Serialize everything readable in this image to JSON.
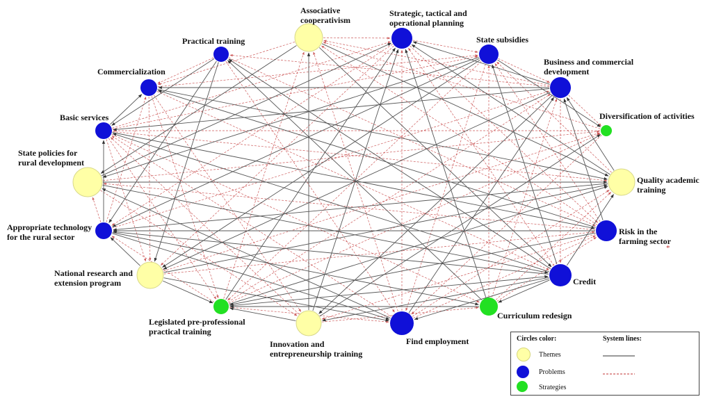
{
  "colors": {
    "theme": "#FFFFA6",
    "problem": "#1010D8",
    "strategy": "#22E022",
    "system_solid": "#555555",
    "system_dashed": "#C03030"
  },
  "nodes": [
    {
      "id": "associative",
      "label": "Associative\ncooperativism",
      "type": "theme"
    },
    {
      "id": "strategic",
      "label": "Strategic, tactical and\noperational planning",
      "type": "problem"
    },
    {
      "id": "subsidies",
      "label": "State subsidies",
      "type": "problem"
    },
    {
      "id": "business",
      "label": "Business and commercial\ndevelopment",
      "type": "problem"
    },
    {
      "id": "diversification",
      "label": "Diversification of activities",
      "type": "strategy"
    },
    {
      "id": "quality",
      "label": "Quality academic\ntraining",
      "type": "theme"
    },
    {
      "id": "risk",
      "label": "Risk in the\nfarming sector",
      "type": "problem"
    },
    {
      "id": "credit",
      "label": "Credit",
      "type": "problem"
    },
    {
      "id": "curriculum",
      "label": "Curriculum redesign",
      "type": "strategy"
    },
    {
      "id": "employment",
      "label": "Find employment",
      "type": "problem"
    },
    {
      "id": "innovation",
      "label": "Innovation and\nentrepreneurship training",
      "type": "theme"
    },
    {
      "id": "legislated",
      "label": "Legislated pre-professional\npractical training",
      "type": "strategy"
    },
    {
      "id": "research",
      "label": "National research and\nextension program",
      "type": "theme"
    },
    {
      "id": "technology",
      "label": "Appropriate technology\nfor the rural sector",
      "type": "problem"
    },
    {
      "id": "policies",
      "label": "State policies for\nrural development",
      "type": "theme"
    },
    {
      "id": "basic",
      "label": "Basic services",
      "type": "problem"
    },
    {
      "id": "commercialization",
      "label": "Commercialization",
      "type": "problem"
    },
    {
      "id": "practical",
      "label": "Practical training",
      "type": "problem"
    }
  ],
  "legend": {
    "circles_title": "Circles color:",
    "lines_title": "System lines:",
    "items": [
      {
        "label": "Themes",
        "type": "theme"
      },
      {
        "label": "Problems",
        "type": "problem"
      },
      {
        "label": "Strategies",
        "type": "strategy"
      }
    ]
  }
}
